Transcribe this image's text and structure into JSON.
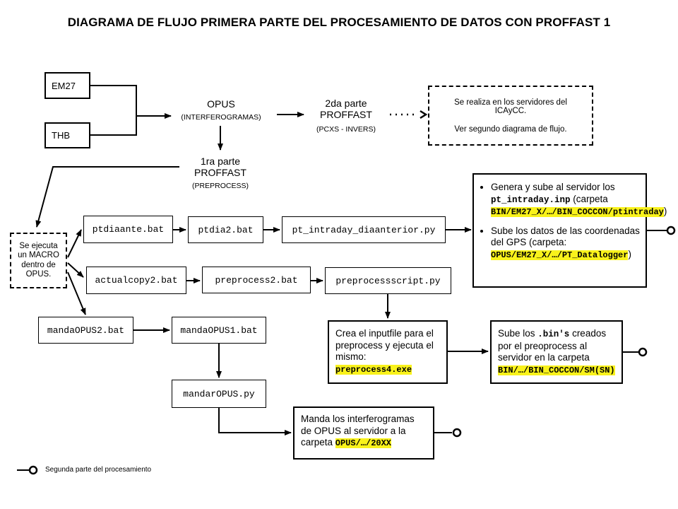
{
  "title": "DIAGRAMA DE FLUJO PRIMERA PARTE DEL PROCESAMIENTO DE DATOS CON PROFFAST 1",
  "sources": {
    "em27": "EM27",
    "thb": "THB"
  },
  "opus": {
    "title": "OPUS",
    "sub": "(INTERFEROGRAMAS)"
  },
  "proffast2": {
    "line1": "2da parte",
    "line2": "PROFFAST",
    "sub": "(PCXS - INVERS)"
  },
  "servers_note": {
    "line1": "Se realiza en los servidores del",
    "line2": "ICAyCC.",
    "line3": "Ver segundo diagrama de flujo."
  },
  "proffast1": {
    "line1": "1ra parte",
    "line2": "PROFFAST",
    "sub": "(PREPROCESS)"
  },
  "macro": {
    "text": "Se ejecuta un MACRO dentro de OPUS."
  },
  "scripts": {
    "ptdiaante": "ptdiaante.bat",
    "ptdia2": "ptdia2.bat",
    "pt_intraday": "pt_intraday_diaanterior.py",
    "actualcopy2": "actualcopy2.bat",
    "preprocess2": "preprocess2.bat",
    "preprocessscript": "preprocessscript.py",
    "mandaopus2": "mandaOPUS2.bat",
    "mandaopus1": "mandaOPUS1.bat",
    "mandaropus": "mandarOPUS.py"
  },
  "gps_box": {
    "b1_prefix": "Genera y sube al servidor los ",
    "b1_code": "pt_intraday.inp",
    "b1_mid": " (carpeta ",
    "b1_path": "BIN/EM27_X/…/BIN_COCCON/ptintraday",
    "b1_suffix": ")",
    "b2_prefix": "Sube los datos de las coordenadas del GPS (carpeta: ",
    "b2_path": "OPUS/EM27_X/…/PT_Datalogger",
    "b2_suffix": ")"
  },
  "inputfile_box": {
    "text": "Crea el inputfile para el preprocess y ejecuta el mismo: ",
    "exe": "preprocess4.exe"
  },
  "bin_box": {
    "prefix": "Sube los ",
    "code": ".bin's",
    "mid": " creados por el preoprocess al servidor en la carpeta ",
    "path": "BIN/…/BIN_COCCON/SM(SN)"
  },
  "interferogram_box": {
    "text": "Manda los interferogramas de OPUS al servidor a la carpeta ",
    "path": "OPUS/…/20XX"
  },
  "legend": {
    "text": "Segunda parte del procesamiento"
  },
  "colors": {
    "highlight": "#f9f21b",
    "line": "#000000"
  }
}
